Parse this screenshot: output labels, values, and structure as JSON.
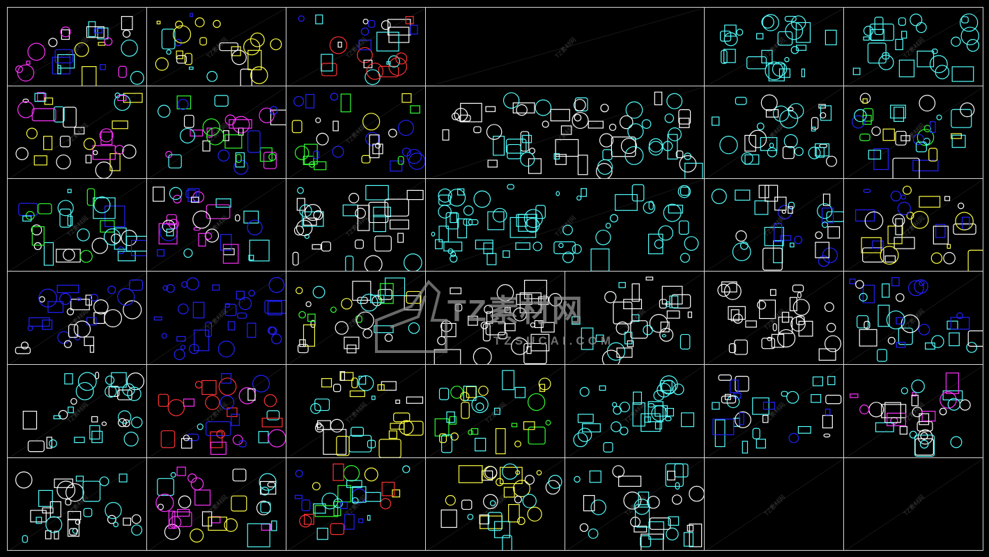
{
  "watermark": {
    "brand": "TZ素材网",
    "url": "TZSUCAI.COM",
    "small": "TZ素材网"
  },
  "palette": {
    "cyan": "#5ff",
    "blue": "#22f",
    "white": "#fff",
    "yellow": "#ff4",
    "green": "#3f3",
    "magenta": "#f3f",
    "red": "#f33"
  },
  "cells": [
    {
      "id": "appliances",
      "colors": [
        "white",
        "cyan",
        "blue",
        "yellow",
        "magenta"
      ]
    },
    {
      "id": "bathroom",
      "colors": [
        "cyan",
        "blue",
        "white",
        "yellow"
      ]
    },
    {
      "id": "piano",
      "colors": [
        "blue",
        "cyan",
        "white",
        "red"
      ]
    },
    {
      "id": "empty-top",
      "colors": []
    },
    {
      "id": "living-plan-1",
      "colors": [
        "cyan"
      ]
    },
    {
      "id": "people",
      "colors": [
        "cyan"
      ]
    },
    {
      "id": "bathroom-2",
      "colors": [
        "white",
        "cyan",
        "yellow",
        "magenta"
      ]
    },
    {
      "id": "kitchen",
      "colors": [
        "cyan",
        "blue",
        "white",
        "magenta",
        "green"
      ]
    },
    {
      "id": "doors",
      "colors": [
        "blue",
        "white",
        "yellow",
        "green"
      ]
    },
    {
      "id": "sofa-set-1",
      "colors": [
        "white",
        "cyan"
      ]
    },
    {
      "id": "sofa-set-2",
      "colors": [
        "cyan",
        "white"
      ]
    },
    {
      "id": "chairs",
      "colors": [
        "cyan",
        "yellow",
        "green",
        "blue",
        "white"
      ]
    },
    {
      "id": "dining-tables",
      "colors": [
        "blue",
        "white",
        "cyan",
        "green"
      ]
    },
    {
      "id": "decor",
      "colors": [
        "blue",
        "magenta",
        "cyan",
        "white"
      ]
    },
    {
      "id": "round-table",
      "colors": [
        "white",
        "cyan"
      ]
    },
    {
      "id": "living-plan-2",
      "colors": [
        "cyan"
      ]
    },
    {
      "id": "beds",
      "colors": [
        "blue",
        "white",
        "cyan"
      ]
    },
    {
      "id": "bedroom",
      "colors": [
        "white",
        "blue",
        "yellow"
      ]
    },
    {
      "id": "office-chairs",
      "colors": [
        "blue",
        "white"
      ]
    },
    {
      "id": "armchairs",
      "colors": [
        "blue"
      ]
    },
    {
      "id": "sofas-green",
      "colors": [
        "green",
        "yellow",
        "white",
        "cyan"
      ]
    },
    {
      "id": "sofas-white",
      "colors": [
        "white"
      ]
    },
    {
      "id": "sofa-set-3",
      "colors": [
        "white",
        "cyan"
      ]
    },
    {
      "id": "plants",
      "colors": [
        "white"
      ]
    },
    {
      "id": "rugs",
      "colors": [
        "white",
        "cyan",
        "blue"
      ]
    },
    {
      "id": "fixtures",
      "colors": [
        "white",
        "cyan"
      ]
    },
    {
      "id": "symbols",
      "colors": [
        "magenta",
        "white",
        "red",
        "blue",
        "cyan"
      ]
    },
    {
      "id": "lamps",
      "colors": [
        "white",
        "cyan",
        "yellow"
      ]
    },
    {
      "id": "billiard",
      "colors": [
        "cyan",
        "green",
        "yellow"
      ]
    },
    {
      "id": "conference-1",
      "colors": [
        "cyan"
      ]
    },
    {
      "id": "small-items",
      "colors": [
        "blue",
        "white",
        "cyan"
      ]
    },
    {
      "id": "flowers",
      "colors": [
        "magenta",
        "white",
        "cyan"
      ]
    },
    {
      "id": "curtains",
      "colors": [
        "white",
        "cyan"
      ]
    },
    {
      "id": "mirrors",
      "colors": [
        "magenta",
        "white",
        "yellow",
        "cyan"
      ]
    },
    {
      "id": "office-desks",
      "colors": [
        "cyan",
        "yellow",
        "green",
        "red",
        "blue"
      ]
    },
    {
      "id": "workstations",
      "colors": [
        "yellow",
        "cyan",
        "white"
      ]
    },
    {
      "id": "conference-2",
      "colors": [
        "cyan",
        "white"
      ]
    }
  ]
}
